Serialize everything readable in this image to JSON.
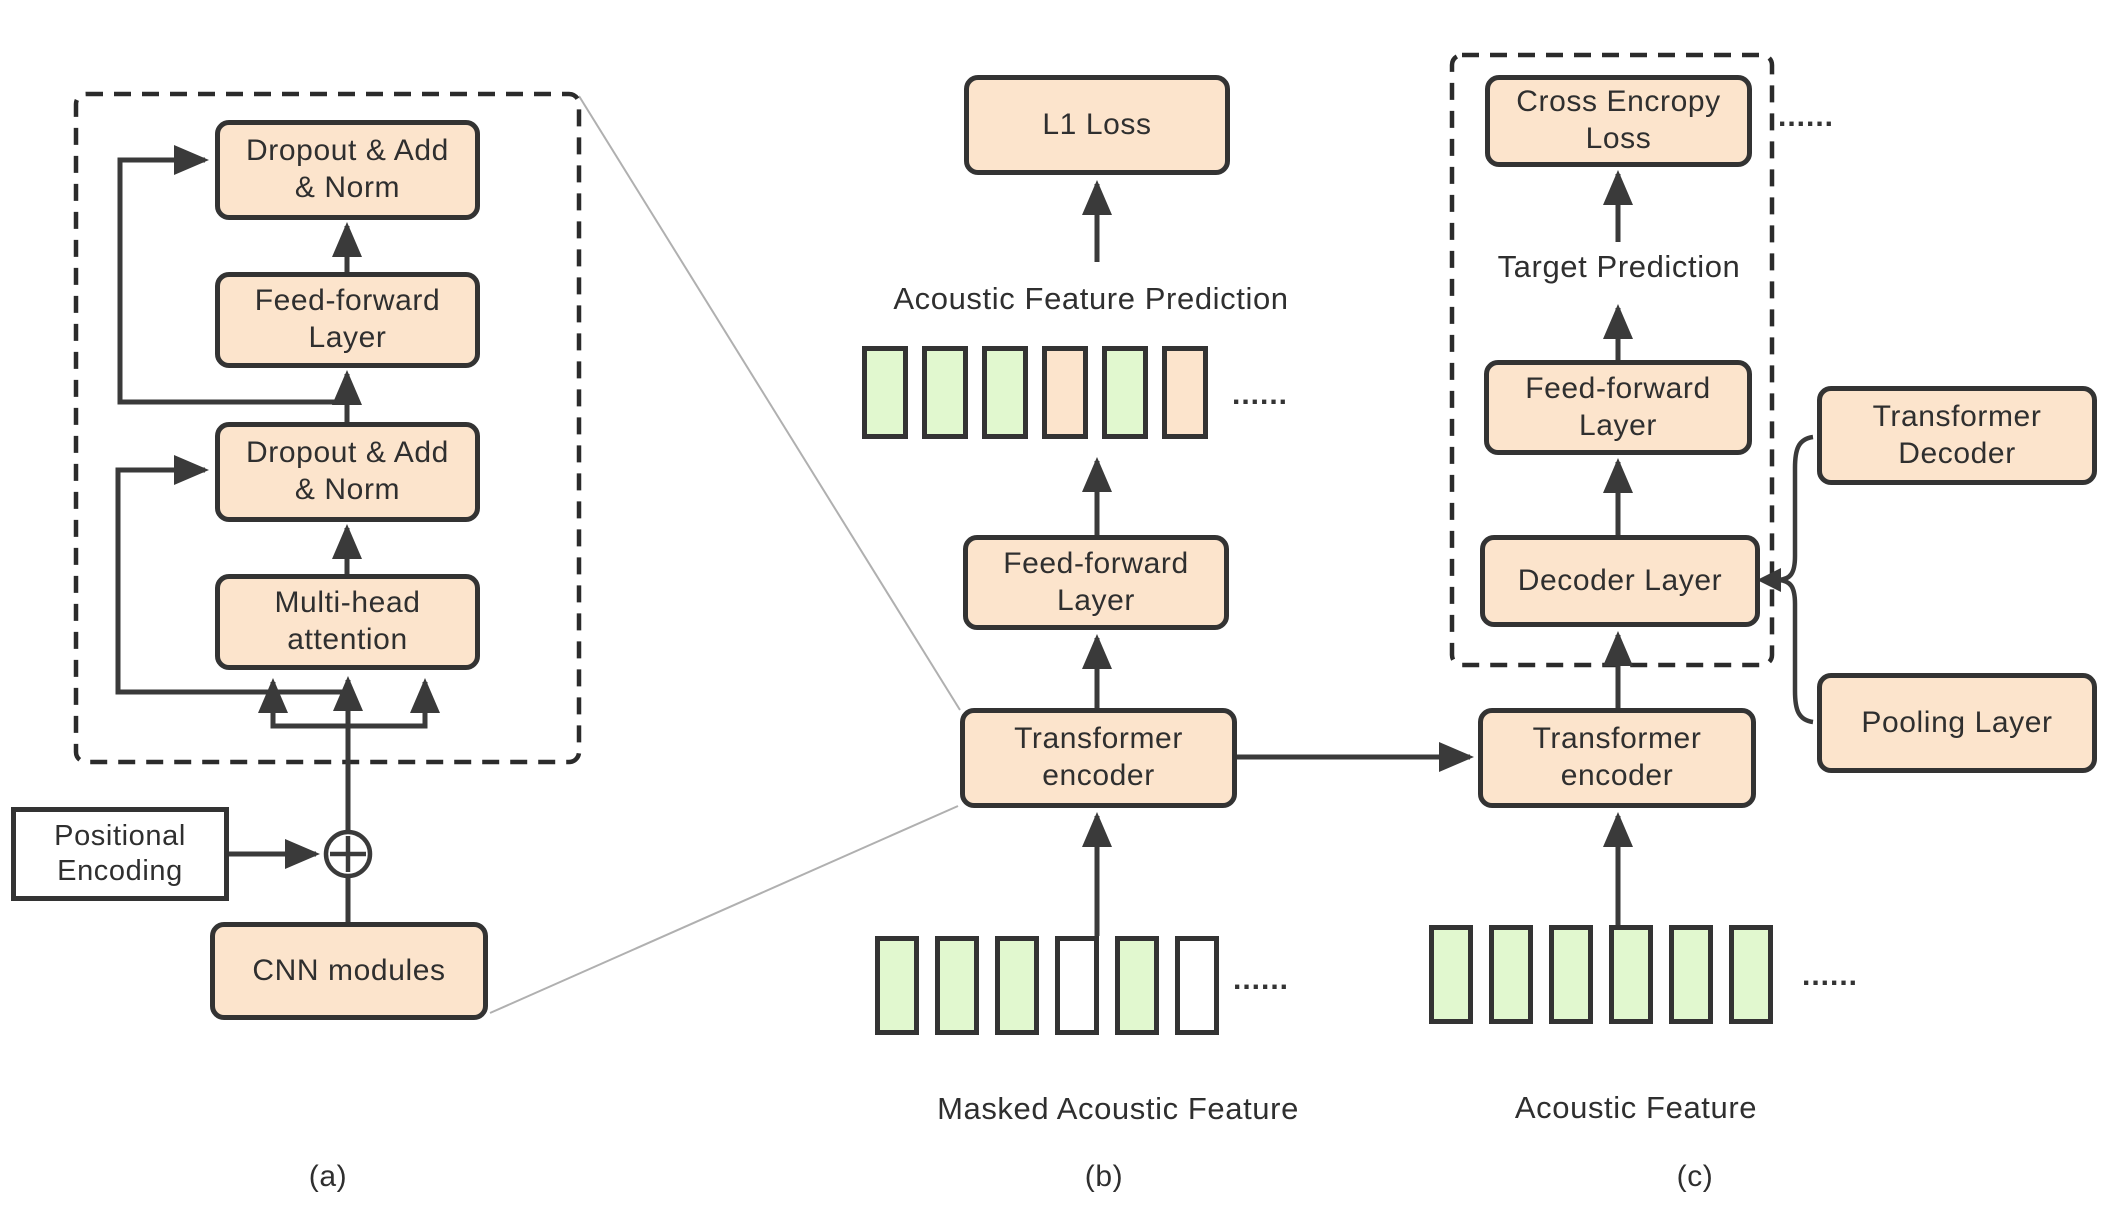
{
  "colors": {
    "box_fill": "#fce4cc",
    "box_border": "#333333",
    "green": "#e1f8cf",
    "orange": "#fce4cc",
    "white": "#ffffff",
    "connector": "#3a3a3a",
    "zoom_line_gray": "#b0b0b0",
    "text": "#2f2f2f"
  },
  "panel_a": {
    "caption": "(a)",
    "dropout_add_norm_top": {
      "line1": "Dropout & Add",
      "line2": "& Norm"
    },
    "feed_forward": {
      "line1": "Feed-forward",
      "line2": "Layer"
    },
    "dropout_add_norm_bottom": {
      "line1": "Dropout & Add",
      "line2": "& Norm"
    },
    "multi_head_attention": {
      "line1": "Multi-head",
      "line2": "attention"
    },
    "positional_encoding": {
      "line1": "Positional",
      "line2": "Encoding"
    },
    "cnn_modules": "CNN modules"
  },
  "panel_b": {
    "caption": "(b)",
    "l1_loss": "L1 Loss",
    "prediction_label": "Acoustic Feature Prediction",
    "prediction_tokens": [
      "green",
      "green",
      "green",
      "orange",
      "green",
      "orange"
    ],
    "prediction_ellipsis": "......",
    "feed_forward": {
      "line1": "Feed-forward",
      "line2": "Layer"
    },
    "transformer_encoder": {
      "line1": "Transformer",
      "line2": "encoder"
    },
    "input_tokens": [
      "green",
      "green",
      "green",
      "white",
      "green",
      "white"
    ],
    "input_ellipsis": "......",
    "input_label": "Masked Acoustic Feature"
  },
  "panel_c": {
    "caption": "(c)",
    "cross_entropy_loss": {
      "line1": "Cross Encropy",
      "line2": "Loss"
    },
    "dashed_box_ellipsis": "......",
    "target_prediction": "Target Prediction",
    "feed_forward": {
      "line1": "Feed-forward",
      "line2": "Layer"
    },
    "decoder_layer": "Decoder Layer",
    "transformer_encoder": {
      "line1": "Transformer",
      "line2": "encoder"
    },
    "transformer_decoder": {
      "line1": "Transformer",
      "line2": "Decoder"
    },
    "pooling_layer": "Pooling Layer",
    "input_tokens": [
      "green",
      "green",
      "green",
      "green",
      "green",
      "green"
    ],
    "input_ellipsis": "......",
    "input_label": "Acoustic Feature"
  }
}
